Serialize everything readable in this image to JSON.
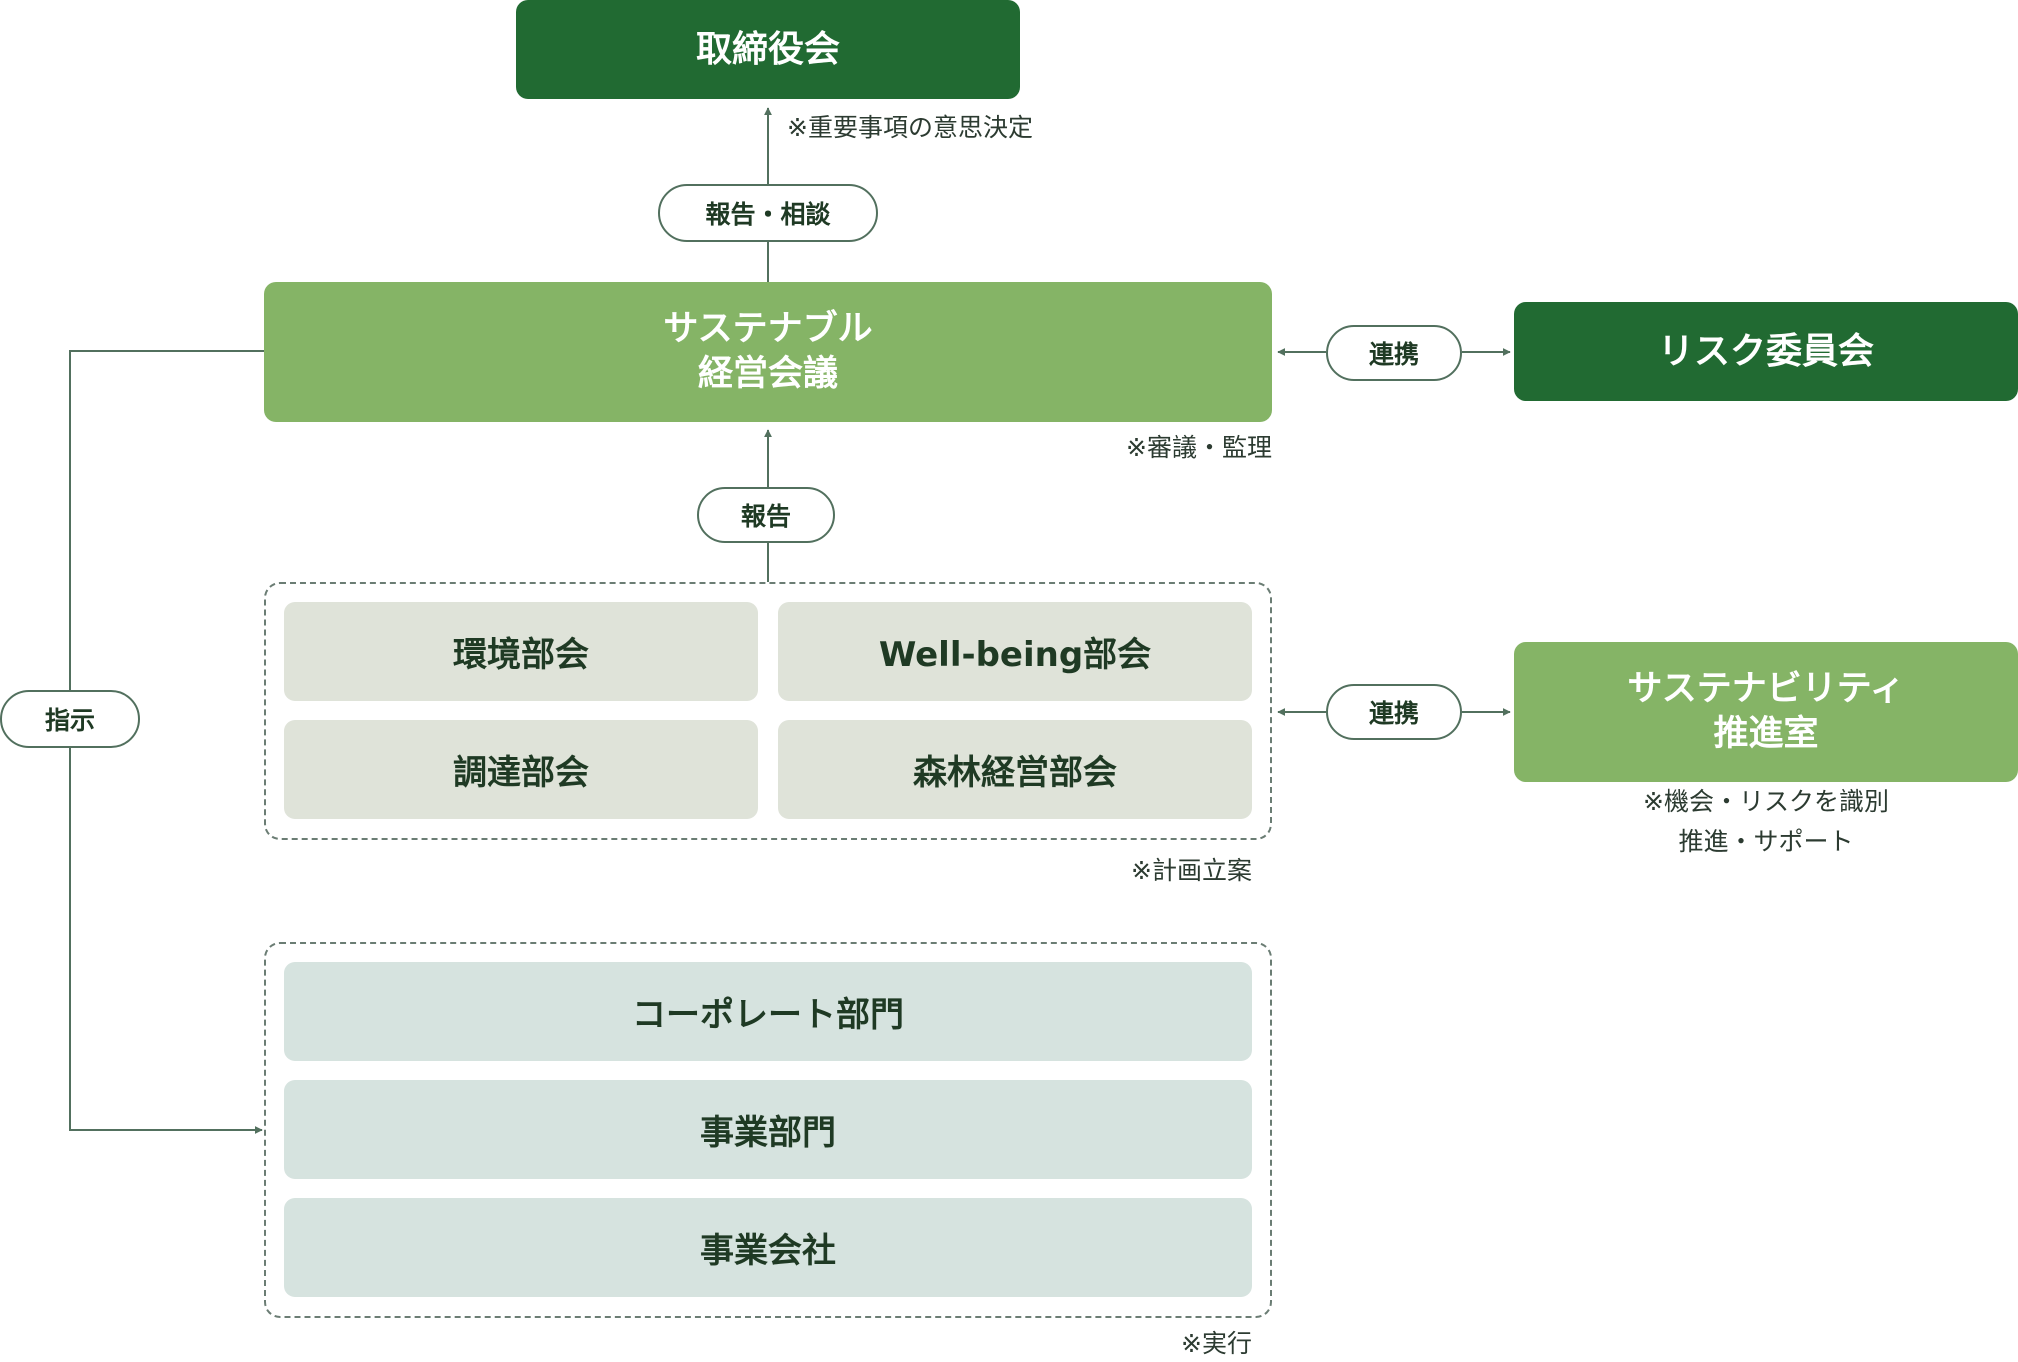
{
  "colors": {
    "dark_green": "#216a32",
    "light_green": "#85b466",
    "subcommittee_grey": "#dfe3d9",
    "division_teal": "#d6e3df",
    "connector": "#52705e"
  },
  "nodes": {
    "board": "取締役会",
    "sustainable_council": "サステナブル\n経営会議",
    "risk_committee": "リスク委員会",
    "sustainability_office": "サステナビリティ\n推進室",
    "subcommittees": [
      "環境部会",
      "Well-being部会",
      "調達部会",
      "森林経営部会"
    ],
    "divisions": [
      "コーポレート部門",
      "事業部門",
      "事業会社"
    ]
  },
  "edge_labels": {
    "report_consult": "報告・相談",
    "report": "報告",
    "collab_risk": "連携",
    "collab_office": "連携",
    "instruct": "指示"
  },
  "notes": {
    "board": "※重要事項の意思決定",
    "council": "※審議・監理",
    "subcommittees": "※計画立案",
    "office": "※機会・リスクを識別\n推進・サポート",
    "divisions": "※実行"
  }
}
